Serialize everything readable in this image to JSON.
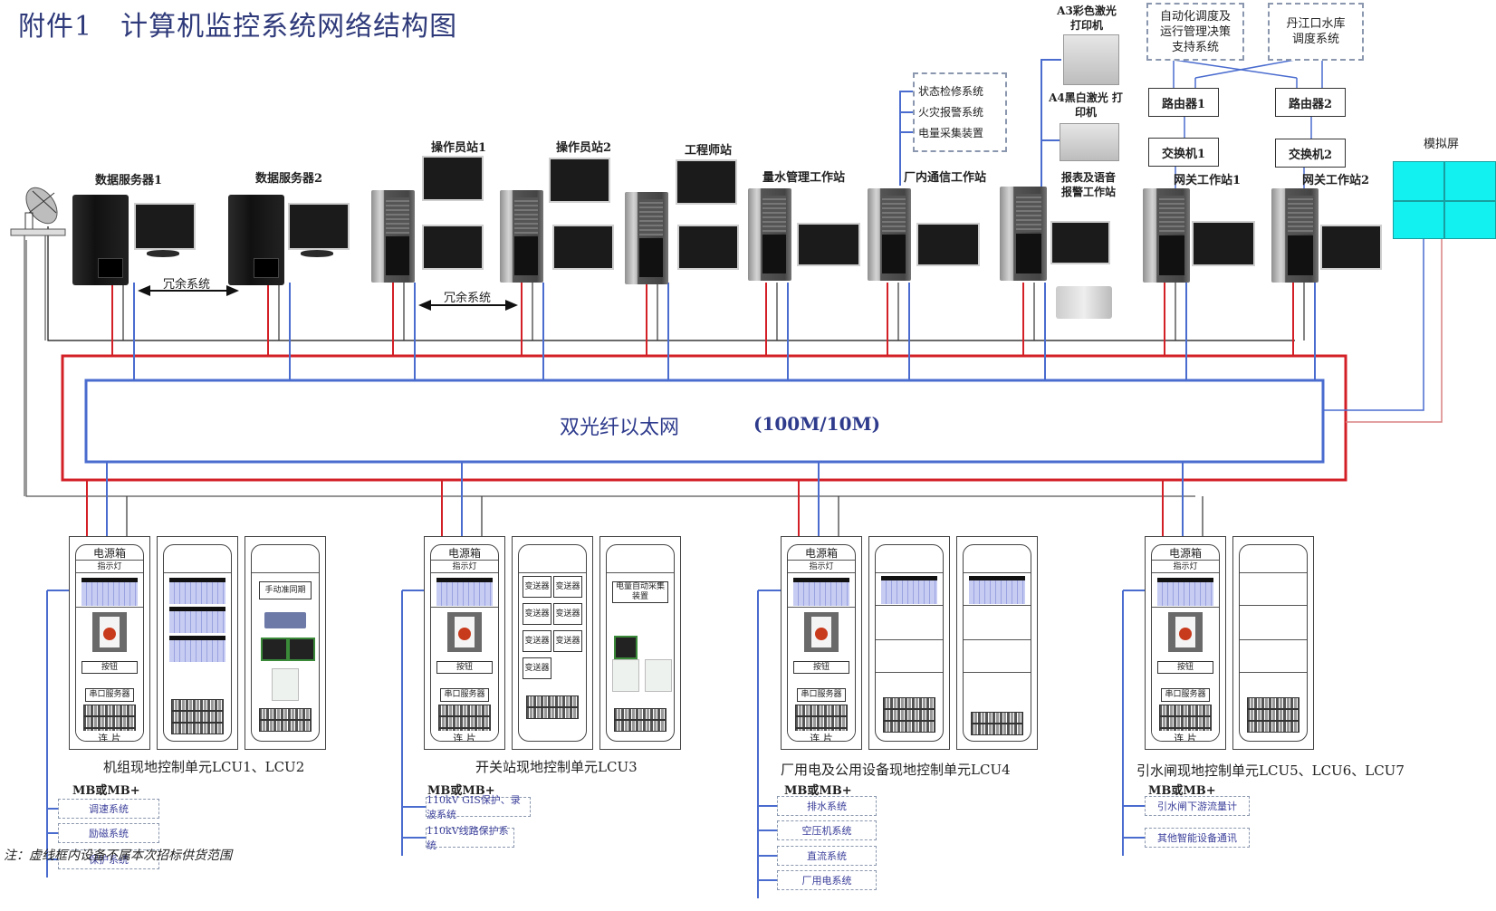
{
  "title": "附件1　计算机监控系统网络结构图",
  "colors": {
    "ring_red": "#d32027",
    "ring_blue": "#4a6ccf",
    "title_blue": "#2f3a7a",
    "sim_cyan": "#13f0f0"
  },
  "network": {
    "name": "双光纤以太网",
    "speed": "(100M/10M)"
  },
  "stations": {
    "data_server_1": "数据服务器1",
    "data_server_2": "数据服务器2",
    "redundant_1": "冗余系统",
    "operator_1": "操作员站1",
    "operator_2": "操作员站2",
    "redundant_2": "冗余系统",
    "engineer": "工程师站",
    "water_mgmt": "量水管理工作站",
    "comm": "厂内通信工作站",
    "report_alarm": "报表及语音\n报警工作站",
    "gateway_1": "网关工作站1",
    "gateway_2": "网关工作站2",
    "sim_screen": "模拟屏"
  },
  "printers": {
    "a3": "A3彩色激光\n打印机",
    "a4": "A4黑白激光\n打印机"
  },
  "comm_systems": [
    "状态检修系统",
    "火灾报警系统",
    "电量采集装置"
  ],
  "external": {
    "auto_dispatch": "自动化调度及\n运行管理决策\n支持系统",
    "reservoir": "丹江口水库\n调度系统",
    "router_1": "路由器1",
    "router_2": "路由器2",
    "switch_1": "交换机1",
    "switch_2": "交换机2"
  },
  "cabinet_labels": {
    "power_box": "电源箱",
    "indicator": "指示灯",
    "button": "按钮",
    "serial_server": "串口服务器",
    "link": "连 片",
    "manual_sync": "手动准同期",
    "transmitter": "变送器",
    "energy_collect": "电量自动采集装置"
  },
  "units": [
    {
      "name": "机组现地控制单元LCU1、LCU2",
      "bus": "MB或MB+",
      "subsystems": [
        "调速系统",
        "励磁系统",
        "保护系统"
      ]
    },
    {
      "name": "开关站现地控制单元LCU3",
      "bus": "MB或MB+",
      "subsystems": [
        "110kV GIS保护、录波系统",
        "110kV线路保护系统"
      ]
    },
    {
      "name": "厂用电及公用设备现地控制单元LCU4",
      "bus": "MB或MB+",
      "subsystems": [
        "排水系统",
        "空压机系统",
        "直流系统",
        "厂用电系统"
      ]
    },
    {
      "name": "引水闸现地控制单元LCU5、LCU6、LCU7",
      "bus": "MB或MB+",
      "subsystems": [
        "引水闸下游流量计",
        "其他智能设备通讯"
      ]
    }
  ],
  "note": "注：虚线框内设备不属本次招标供货范围"
}
